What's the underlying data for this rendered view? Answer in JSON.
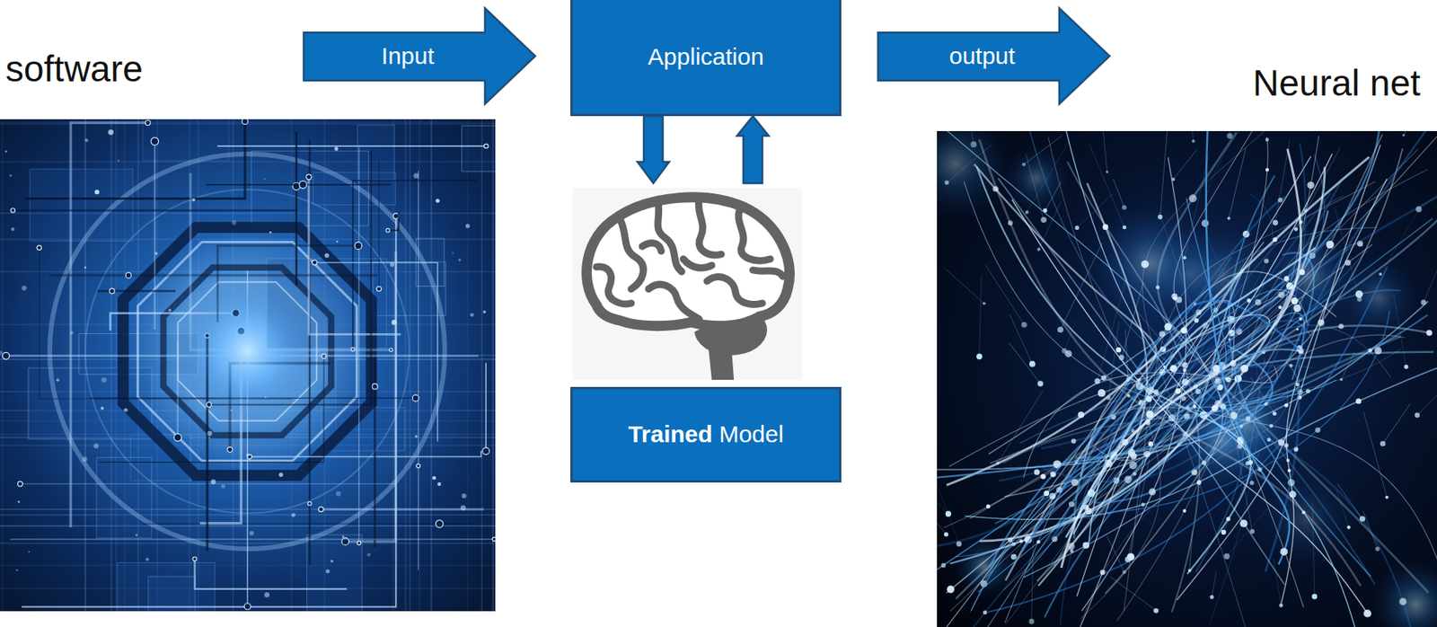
{
  "diagram": {
    "nodes": [
      {
        "text": [
          "Input"
        ]
      },
      {
        "text": [
          "Application"
        ]
      },
      {
        "text": [
          "output"
        ]
      },
      {
        "text": [
          "Trained Model"
        ]
      }
    ],
    "labels": [
      "software",
      "Neural net"
    ]
  }
}
